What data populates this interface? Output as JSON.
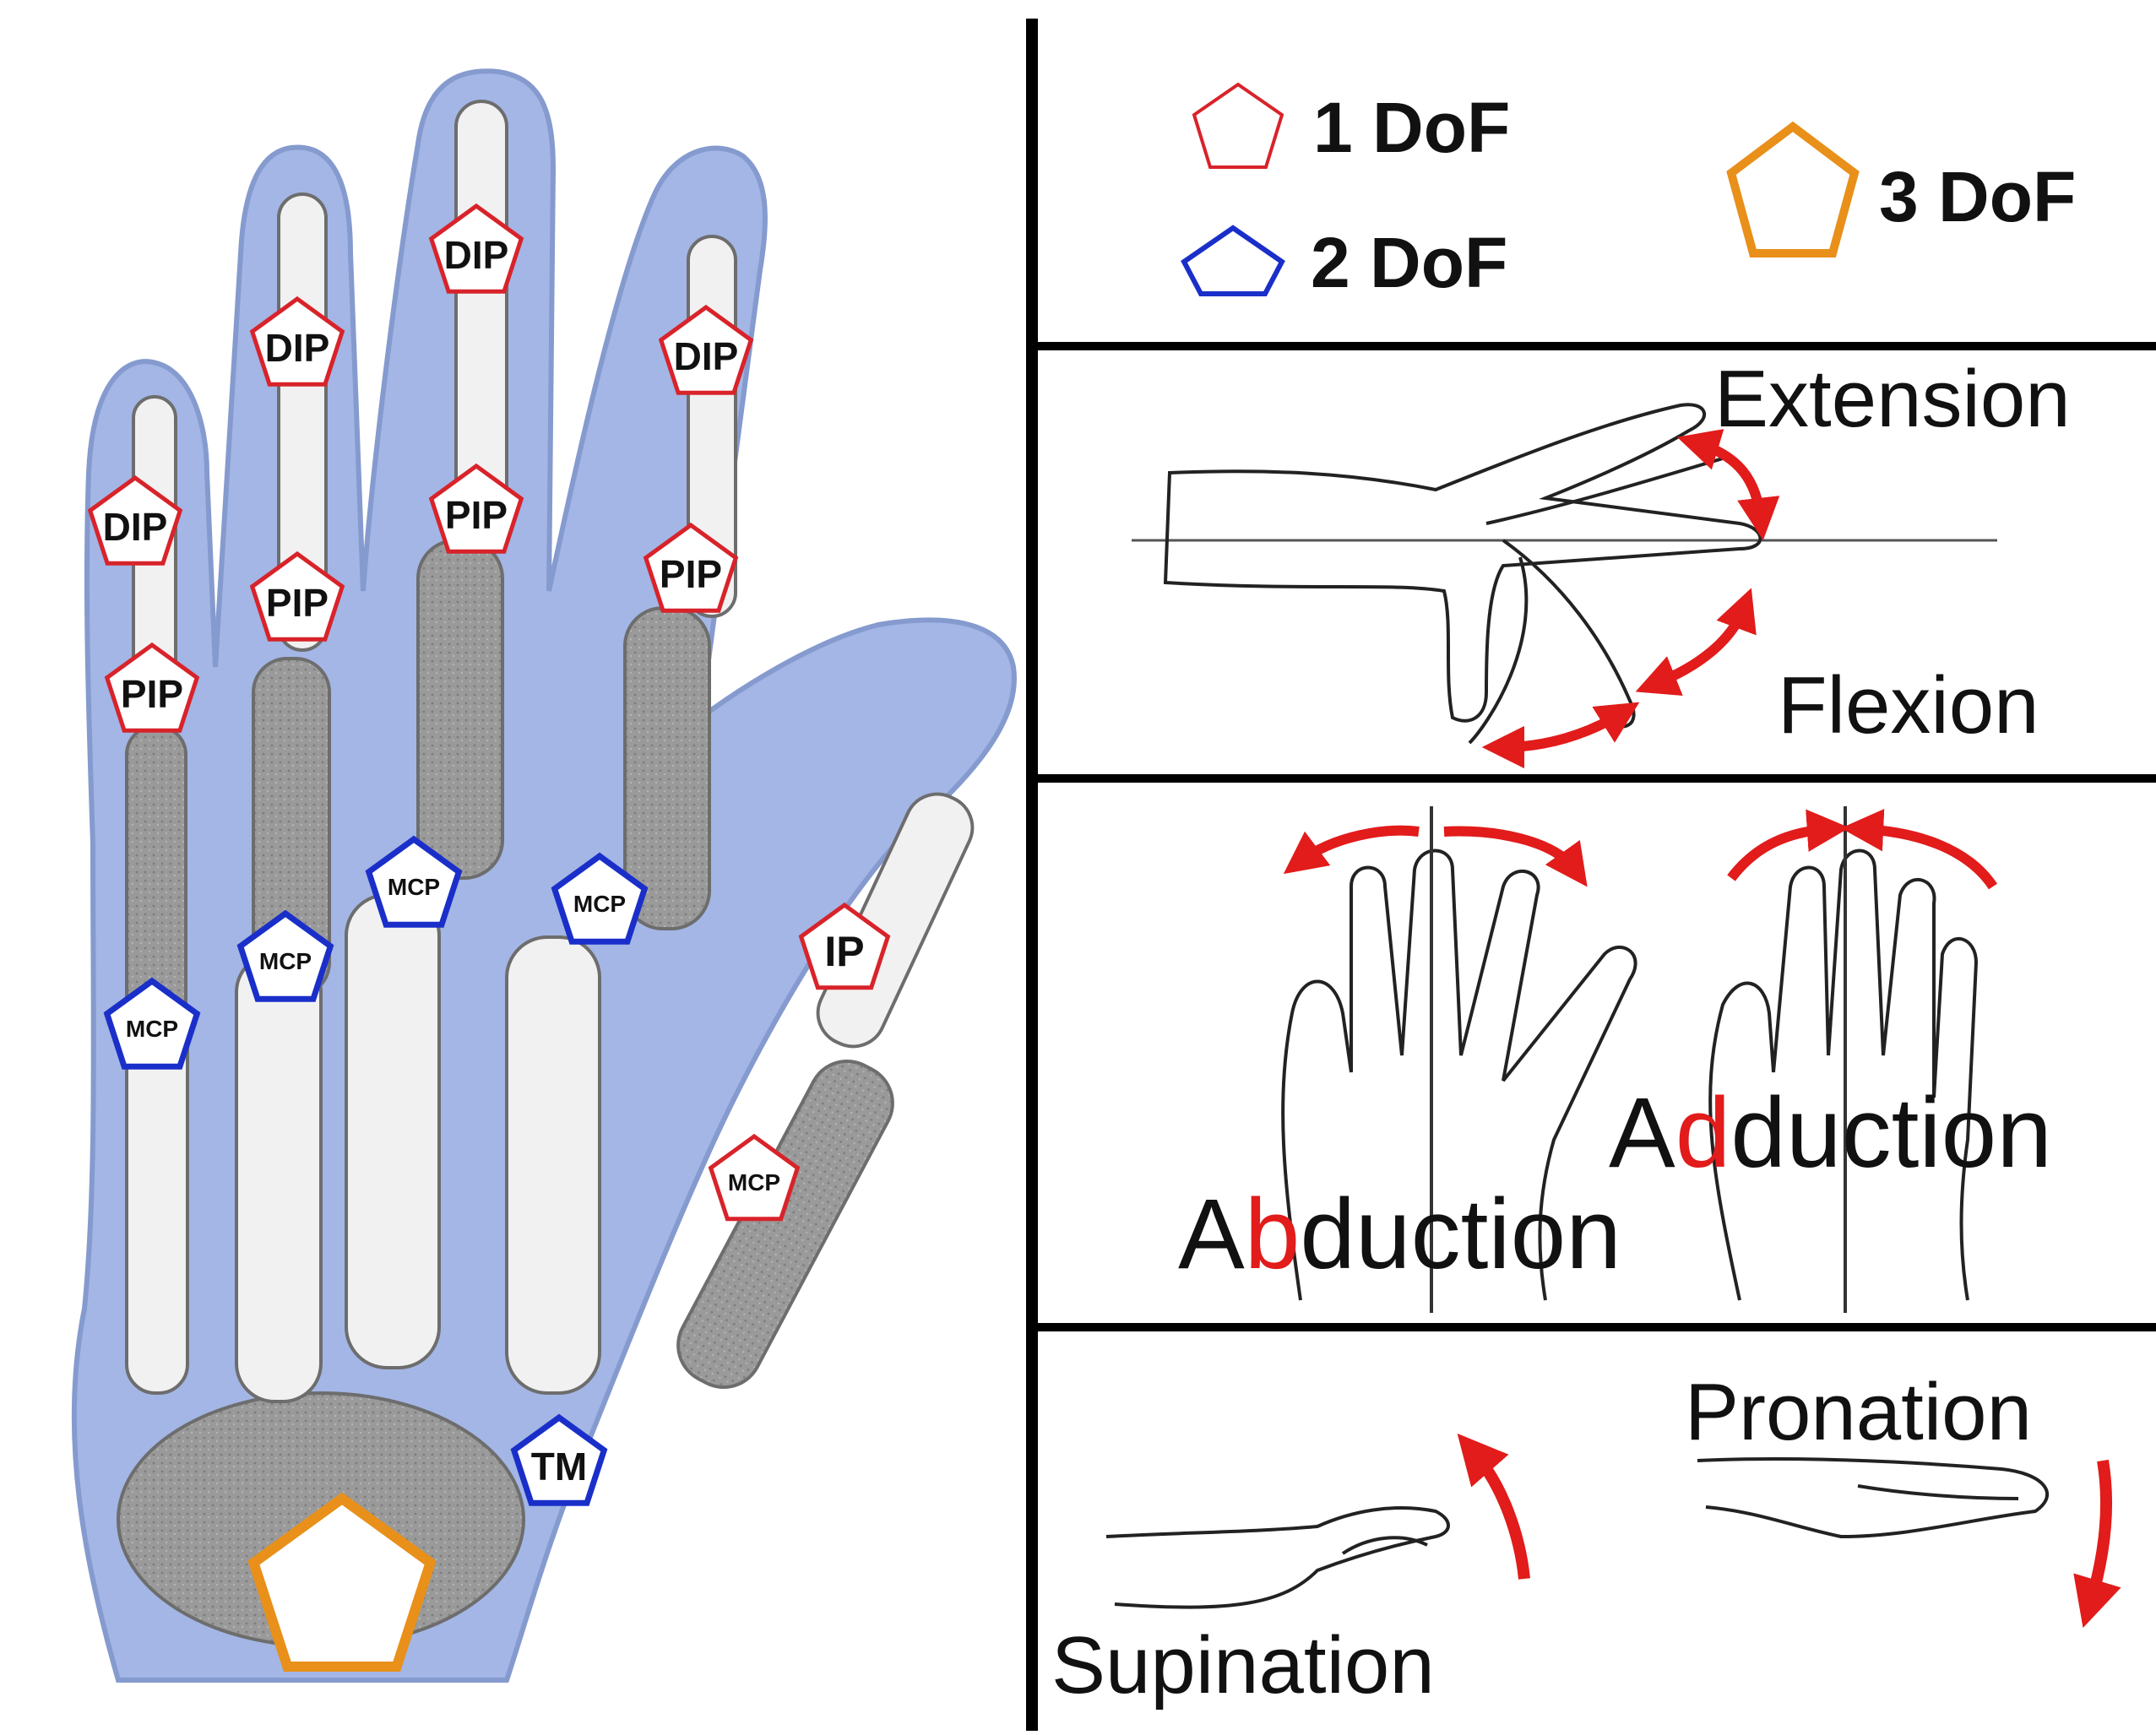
{
  "colors": {
    "dof1": "#d8232a",
    "dof2": "#1a2fc9",
    "dof3": "#e8901a",
    "arrow": "#e21b1b",
    "highlight": "#e21b1b",
    "hand_fill": "#9fb3e4",
    "bone_fill": "#f1f1f1",
    "bone_dark": "#8a8a8a",
    "ink": "#111111"
  },
  "legend": [
    {
      "label": "1 DoF",
      "color_key": "dof1"
    },
    {
      "label": "2 DoF",
      "color_key": "dof2"
    },
    {
      "label": "3 DoF",
      "color_key": "dof3"
    }
  ],
  "joints": [
    {
      "label": "DIP",
      "dof": 1
    },
    {
      "label": "DIP",
      "dof": 1
    },
    {
      "label": "DIP",
      "dof": 1
    },
    {
      "label": "DIP",
      "dof": 1
    },
    {
      "label": "PIP",
      "dof": 1
    },
    {
      "label": "PIP",
      "dof": 1
    },
    {
      "label": "PIP",
      "dof": 1
    },
    {
      "label": "PIP",
      "dof": 1
    },
    {
      "label": "MCP",
      "dof": 2
    },
    {
      "label": "MCP",
      "dof": 2
    },
    {
      "label": "MCP",
      "dof": 2
    },
    {
      "label": "MCP",
      "dof": 2
    },
    {
      "label": "IP",
      "dof": 1
    },
    {
      "label": "MCP",
      "dof": 1
    },
    {
      "label": "TM",
      "dof": 2
    },
    {
      "label": "",
      "dof": 3
    }
  ],
  "motions": {
    "extension": "Extension",
    "flexion": "Flexion",
    "abduction": {
      "pre": "A",
      "hl": "b",
      "post": "duction"
    },
    "adduction": {
      "pre": "A",
      "hl": "d",
      "post": "duction"
    },
    "pronation": "Pronation",
    "supination": "Supination"
  }
}
